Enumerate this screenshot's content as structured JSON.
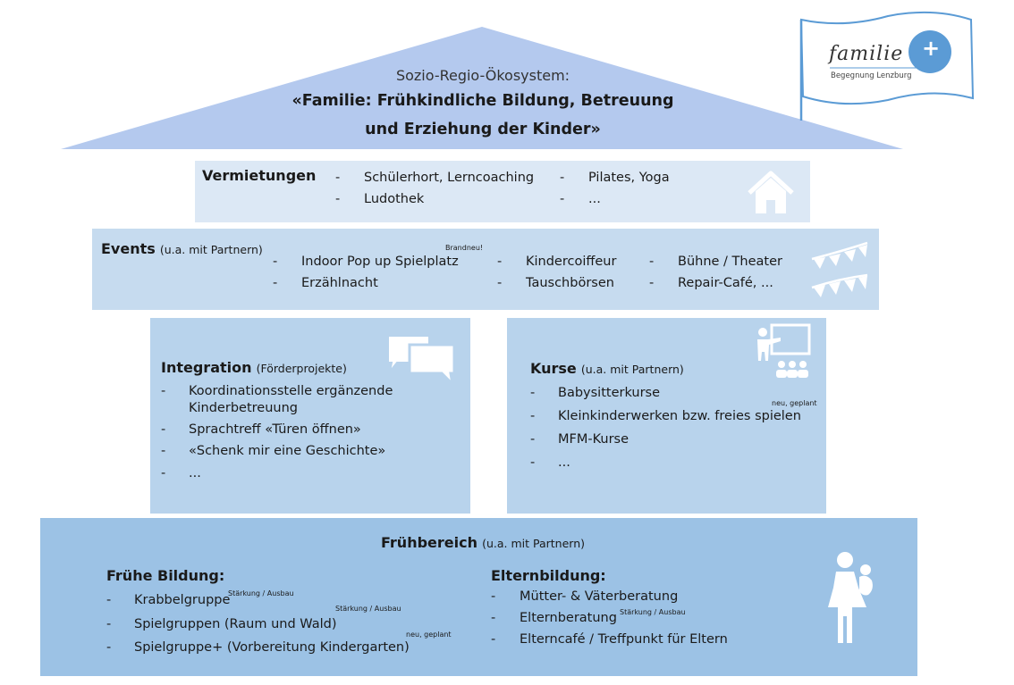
{
  "roof": {
    "subtitle": "Sozio-Regio-Ökosystem:",
    "title_line1": "«Familie: Frühkindliche Bildung, Betreuung",
    "title_line2": "und Erziehung der Kinder»"
  },
  "logo": {
    "name": "familie",
    "plus": "+",
    "tagline": "Begegnung Lenzburg"
  },
  "vermietungen": {
    "title": "Vermietungen",
    "items": [
      "Schülerhort, Lerncoaching",
      "Ludothek",
      "Pilates, Yoga",
      "..."
    ]
  },
  "events": {
    "title": "Events",
    "subtitle": "(u.a. mit Partnern)",
    "items": [
      "Indoor Pop up Spielplatz",
      "Erzählnacht",
      "Kindercoiffeur",
      "Tauschbörsen",
      "Bühne / Theater",
      "Repair-Café, ..."
    ],
    "note": "Brandneu!"
  },
  "integration": {
    "title": "Integration",
    "subtitle": "(Förderprojekte)",
    "items": [
      "Koordinationsstelle ergänzende",
      "Kinderbetreuung",
      "Sprachtreff «Türen öffnen»",
      "«Schenk mir eine Geschichte»",
      "..."
    ]
  },
  "kurse": {
    "title": "Kurse",
    "subtitle": "(u.a. mit Partnern)",
    "items": [
      "Babysitterkurse",
      "Kleinkinderwerken bzw. freies spielen",
      "MFM-Kurse",
      "..."
    ],
    "note": "neu, geplant"
  },
  "fruehbereich": {
    "title": "Frühbereich",
    "subtitle": "(u.a. mit Partnern)",
    "bildung": {
      "title": "Frühe Bildung:",
      "items": [
        "Krabbelgruppe",
        "Spielgruppen (Raum und Wald)",
        "Spielgruppe+ (Vorbereitung Kindergarten)"
      ],
      "notes": [
        "Stärkung / Ausbau",
        "Stärkung / Ausbau",
        "neu, geplant"
      ]
    },
    "eltern": {
      "title": "Elternbildung:",
      "items": [
        "Mütter- & Väterberatung",
        "Elternberatung",
        "Elterncafé / Treffpunkt für Eltern"
      ],
      "notes": [
        "Stärkung / Ausbau"
      ]
    }
  },
  "dash": "-",
  "icons": [
    "house-icon",
    "bunting-icon",
    "speech-bubbles-icon",
    "teacher-icon",
    "mother-child-icon"
  ],
  "colors": {
    "roof": "#b4c9ee",
    "vermietungen": "#dce8f5",
    "events": "#c6dbef",
    "middle": "#b8d3ec",
    "fruehbereich": "#9cc2e5",
    "logo_accent": "#5b9bd5"
  }
}
